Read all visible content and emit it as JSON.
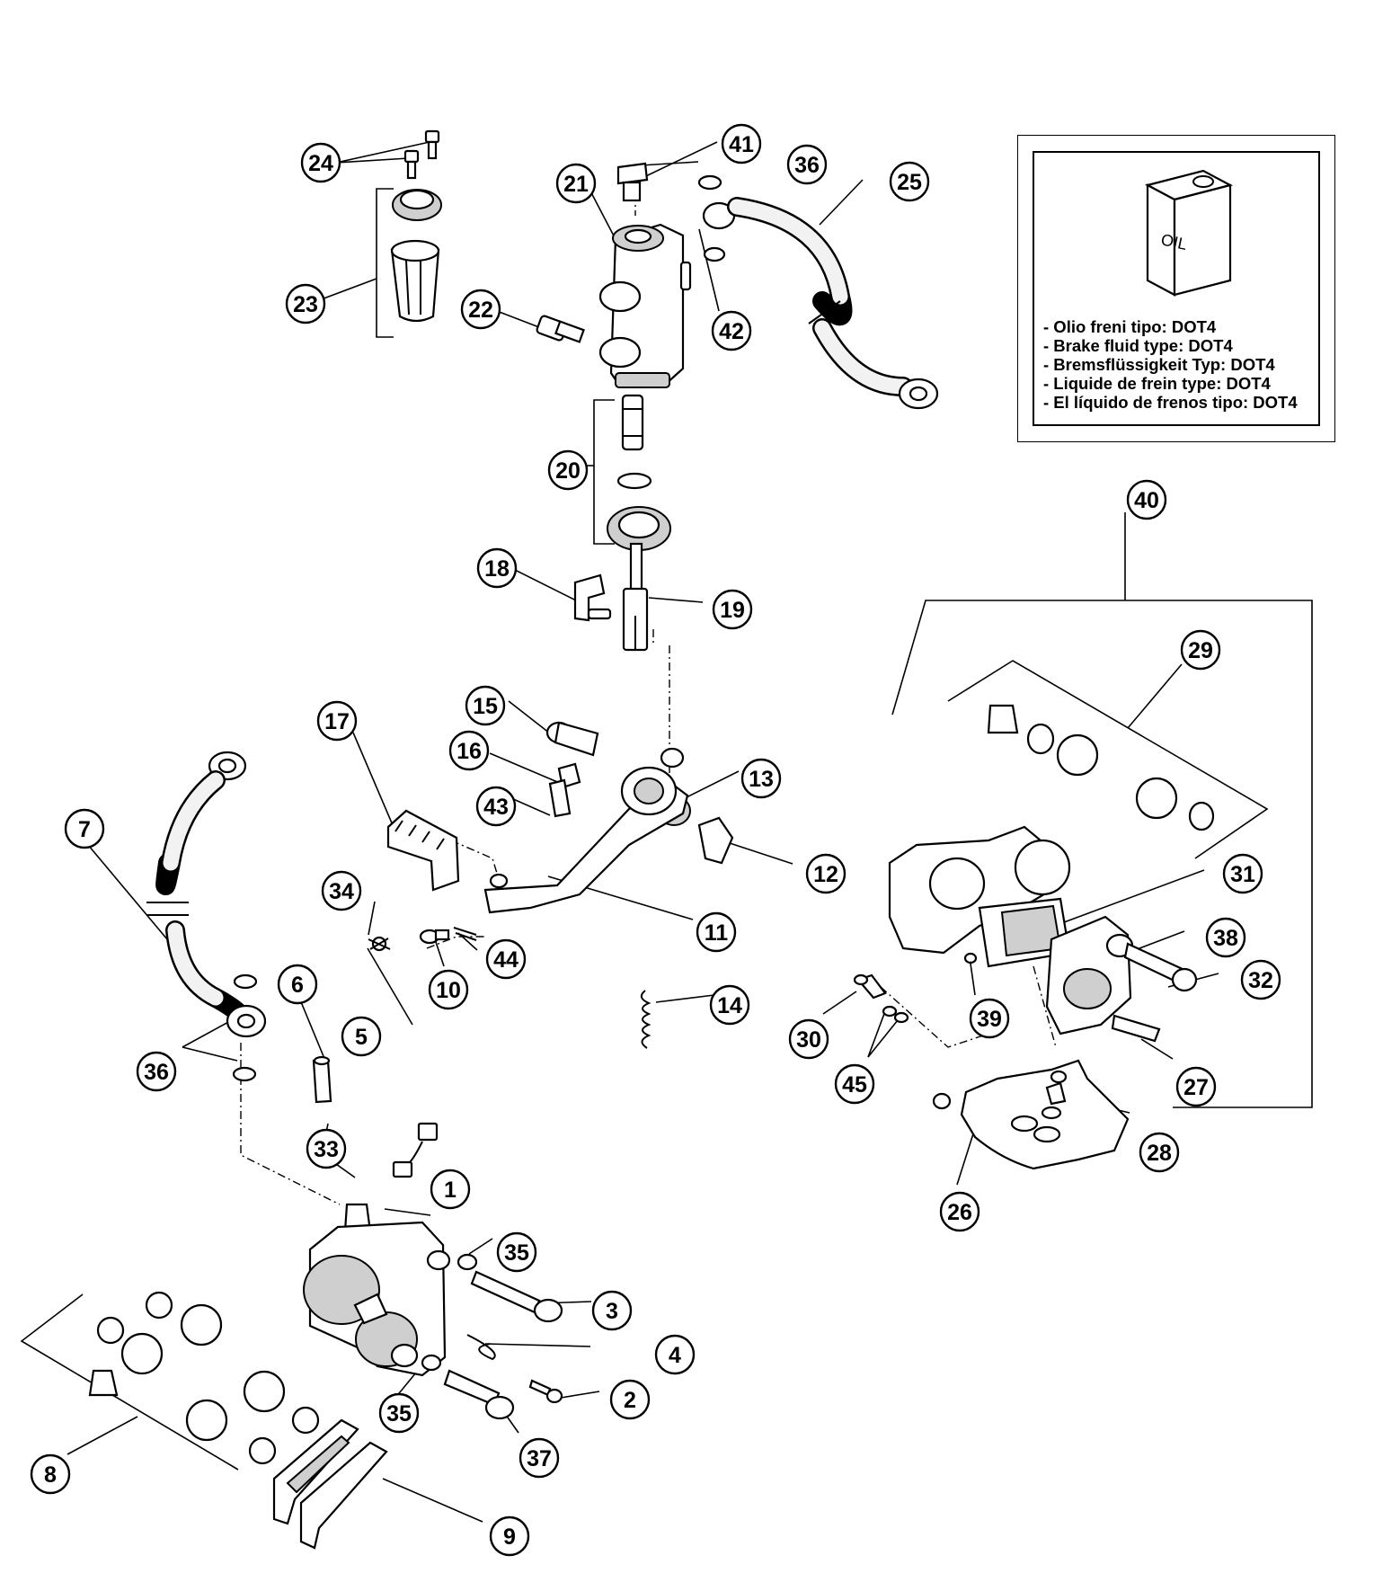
{
  "oil_box": {
    "can_label": "OIL",
    "notes": [
      "- Olio freni tipo: DOT4",
      "- Brake fluid type: DOT4",
      "- Bremsflüssigkeit Typ: DOT4",
      "- Liquide de frein type: DOT4",
      "- El líquido de frenos tipo: DOT4"
    ]
  },
  "callouts": {
    "c1": "1",
    "c2": "2",
    "c3": "3",
    "c4": "4",
    "c5": "5",
    "c6": "6",
    "c7": "7",
    "c8": "8",
    "c9": "9",
    "c10": "10",
    "c11": "11",
    "c12": "12",
    "c13": "13",
    "c14": "14",
    "c15": "15",
    "c16": "16",
    "c17": "17",
    "c18": "18",
    "c19": "19",
    "c20": "20",
    "c21": "21",
    "c22": "22",
    "c23": "23",
    "c24": "24",
    "c25": "25",
    "c26": "26",
    "c27": "27",
    "c28": "28",
    "c29": "29",
    "c30": "30",
    "c31": "31",
    "c32": "32",
    "c33": "33",
    "c34": "34",
    "c35a": "35",
    "c35b": "35",
    "c36a": "36",
    "c36b": "36",
    "c37": "37",
    "c38": "38",
    "c39": "39",
    "c40": "40",
    "c41": "41",
    "c42": "42",
    "c43": "43",
    "c44": "44",
    "c45": "45"
  }
}
